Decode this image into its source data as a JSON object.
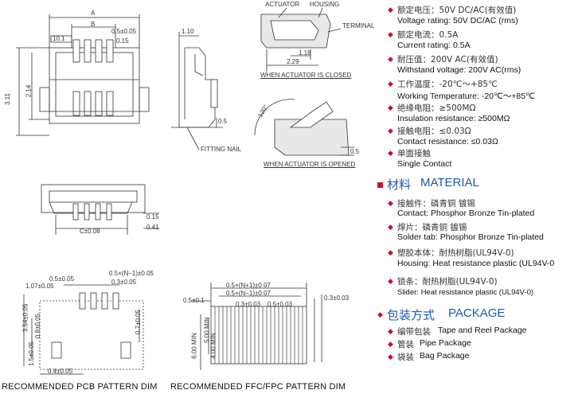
{
  "labels": {
    "A": "A",
    "B": "B",
    "C": "C±0.08",
    "actuator": "ACTUATOR",
    "housing": "HOUSING",
    "terminal": "TERMINAL",
    "fitting_nail": "FITTING NAIL",
    "closed_caption": "WHEN ACTUATOR IS CLOSED",
    "opened_caption": "WHEN ACTUATOR IS OPENED",
    "angle": "120°"
  },
  "dims_front": {
    "d10_1": "10.1",
    "d05": "0.5±0.05",
    "d015": "0.15",
    "d311": "3.11",
    "d214": "2.14"
  },
  "dims_side": {
    "d110": "1.10",
    "d05": "0.5",
    "d118": "1.18",
    "d229": "2.29",
    "d05b": "0.5"
  },
  "dims_bottom": {
    "d015": "0.15",
    "d041": "0.41"
  },
  "dims_pcb": {
    "top1": "0.5±0.05",
    "top2": "0.5×(N−1)±0.05",
    "top3": "1.07±0.05",
    "top4": "0.3±0.05",
    "left1": "3.54±0.05",
    "left2": "0.8±0.05",
    "left3": "1.5±0.05",
    "right1": "0.7±0.05",
    "bottom": "0.4±0.05"
  },
  "dims_ffc": {
    "top1": "0.5×(N+1)±0.07",
    "top2": "0.5×(N−1)±0.07",
    "left": "0.5±0.1",
    "mid1": "0.3±0.03",
    "mid2": "0.5±0.03",
    "right": "0.3±0.03",
    "v1": "5.00 MIN",
    "v2": "4.00 MIN",
    "v3": "6.00 MIN"
  },
  "captions": {
    "pcb": "RECOMMENDED PCB PATTERN DIM",
    "ffc": "RECOMMENDED FFC/FPC PATTERN DIM"
  },
  "specs": [
    {
      "cn": "额定电压：50V DC/AC(有效值)",
      "en": "Voltage rating: 50V DC/AC (rms)"
    },
    {
      "cn": "额定电流：0.5A",
      "en": "Current rating: 0.5A"
    },
    {
      "cn": "耐压值：200V AC(有效值)",
      "en": "Withstand voltage: 200V AC(rms)"
    },
    {
      "cn": "工作温度：-20℃～+85℃",
      "en": "Working Temperature: -20℃～+85℃"
    },
    {
      "cn": "绝缘电阻：≥500MΩ",
      "en": "Insulation resistance: ≥500MΩ"
    },
    {
      "cn": "接触电阻：≤0.03Ω",
      "en": "Contact resistance: ≤0.03Ω"
    },
    {
      "cn": "单面接触",
      "en": "Single Contact"
    }
  ],
  "material": {
    "title_cn": "材料",
    "title_en": "MATERIAL",
    "items": [
      {
        "cn": "接触件：磷青铜 镀锡",
        "en": "Contact: Phosphor Bronze Tin-plated"
      },
      {
        "cn": "焊片：磷青铜 镀锡",
        "en": "Solder tab: Phosphor Bronze Tin-plated"
      },
      {
        "cn": "塑胶本体：耐热树脂(UL94V-0)",
        "en": "Housing: Heat resistance plastic (UL94V-0"
      },
      {
        "cn": "锁条：耐热树脂(UL94V-0)",
        "en": "Slider: Heat resistance plastic (UL94V-0)"
      }
    ]
  },
  "package": {
    "title_cn": "包装方式",
    "title_en": "PACKAGE",
    "items": [
      {
        "cn": "编带包装",
        "en": "Tape and Reel Package"
      },
      {
        "cn": "管装",
        "en": "Pipe Package"
      },
      {
        "cn": "袋装",
        "en": "Bag Package"
      }
    ]
  },
  "colors": {
    "accent_red": "#c8102e",
    "title_blue": "#1f5aa6"
  }
}
